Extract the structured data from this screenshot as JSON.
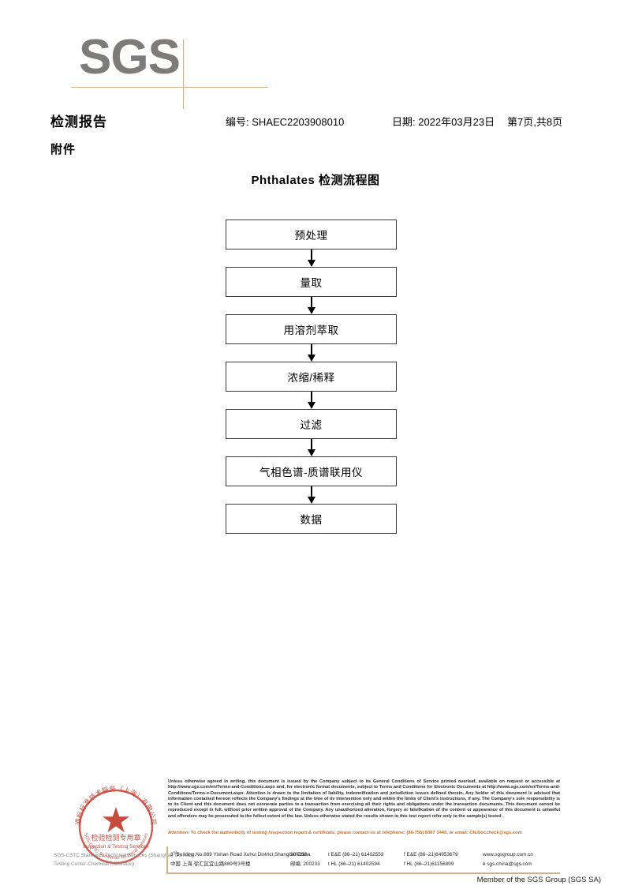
{
  "logo": {
    "text": "SGS",
    "accent_color": "#d6b08a",
    "logo_color": "#7d7c7a"
  },
  "header": {
    "title": "检测报告",
    "attachment_label": "附件",
    "report_no": "编号: SHAEC2203908010",
    "date": "日期: 2022年03月23日",
    "page": "第7页,共8页"
  },
  "flow": {
    "title": "Phthalates 检测流程图",
    "steps": [
      {
        "label": "预处理"
      },
      {
        "label": "量取"
      },
      {
        "label": "用溶剂萃取"
      },
      {
        "label": "浓缩/稀释"
      },
      {
        "label": "过滤"
      },
      {
        "label": "气相色谱-质谱联用仪"
      },
      {
        "label": "数据"
      }
    ]
  },
  "stamp": {
    "outer_text": "通标标准技术服务（上海）有限公司",
    "inner_text_cn": "检验检测专用章",
    "inner_text_en": "Inspection & Testing Services",
    "color": "#c0392b"
  },
  "footer": {
    "legal": "Unless otherwise agreed in writing, this document is issued by the Company subject to its General Conditions of Service printed overleaf, available on request or accessible at http://www.sgs.com/en/Terms-and-Conditions.aspx and, for electronic format documents, subject to Terms and Conditions for Electronic Documents at http://www.sgs.com/en/Terms-and-Conditions/Terms-e-Document.aspx. Attention is drawn to the limitation of liability, indemnification and jurisdiction issues defined therein. Any holder of this document is advised that information contained hereon reflects the Company's findings at the time of its intervention only and within the limits of Client's instructions, if any. The Company's sole responsibility is to its Client and this document does not exonerate parties to a transaction from exercising all their rights and obligations under the transaction documents. This document cannot be reproduced except in full, without prior written approval of the Company. Any unauthorized alteration, forgery or falsification of the content or appearance of this document is unlawful and offenders may be prosecuted to the fullest extent of the law. Unless otherwise stated the results shown in this test report refer only to the sample(s) tested .",
    "attention": "Attention: To check the authenticity of testing /inspection report & certificate, please contact us at telephone: (86-755) 8307 1443, or email: CN.Doccheck@sgs.com",
    "attention_color": "#d2691e",
    "address_en": "Building,No.889 Yishan Road Xuhui District,Shanghai China",
    "address_en_prefix": "3",
    "address_en_sup": "rd",
    "address_cn": "中国·上海·徐汇区宜山路889号3号楼",
    "postcode_en": "200233",
    "postcode_cn_label": "邮编: 200233",
    "tel_ee": "t E&E (86–21) 61402553",
    "fax_ee": "f E&E (86–21)64953679",
    "tel_hl": "t HL (86–21) 61402594",
    "fax_hl": "f HL (86–21)61156899",
    "website": "www.sgsgroup.com.cn",
    "email": "e  sgs.china@sgs.com",
    "company_line_1": "SGS-CSTC Standards Technical Services (Shanghai) Co., Ltd.",
    "company_line_2": "Testing Center-Chemical Laboratory",
    "member": "Member of the SGS Group (SGS SA)"
  }
}
